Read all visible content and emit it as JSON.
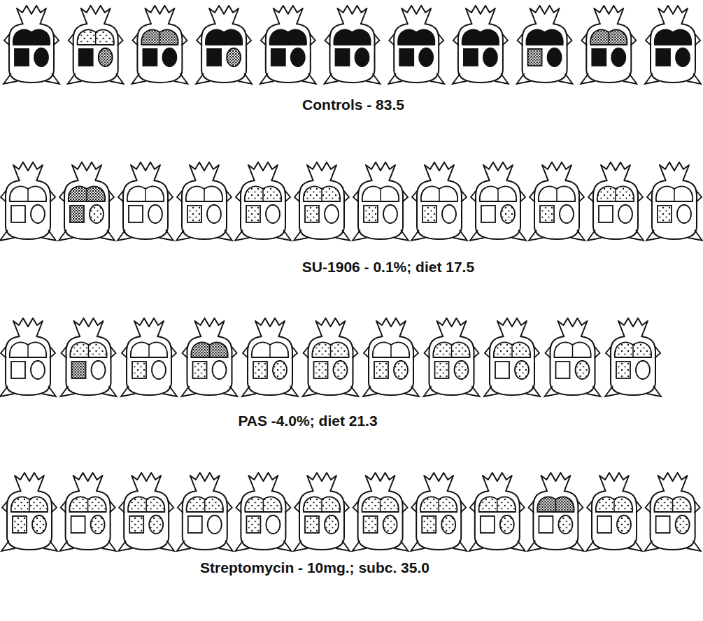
{
  "diagram": {
    "labels": [
      "Controls - 83.5",
      "SU-1906 - 0.1%; diet 17.5",
      "PAS -4.0%; diet 21.3",
      "Streptomycin - 10mg.; subc. 35.0"
    ]
  }
}
